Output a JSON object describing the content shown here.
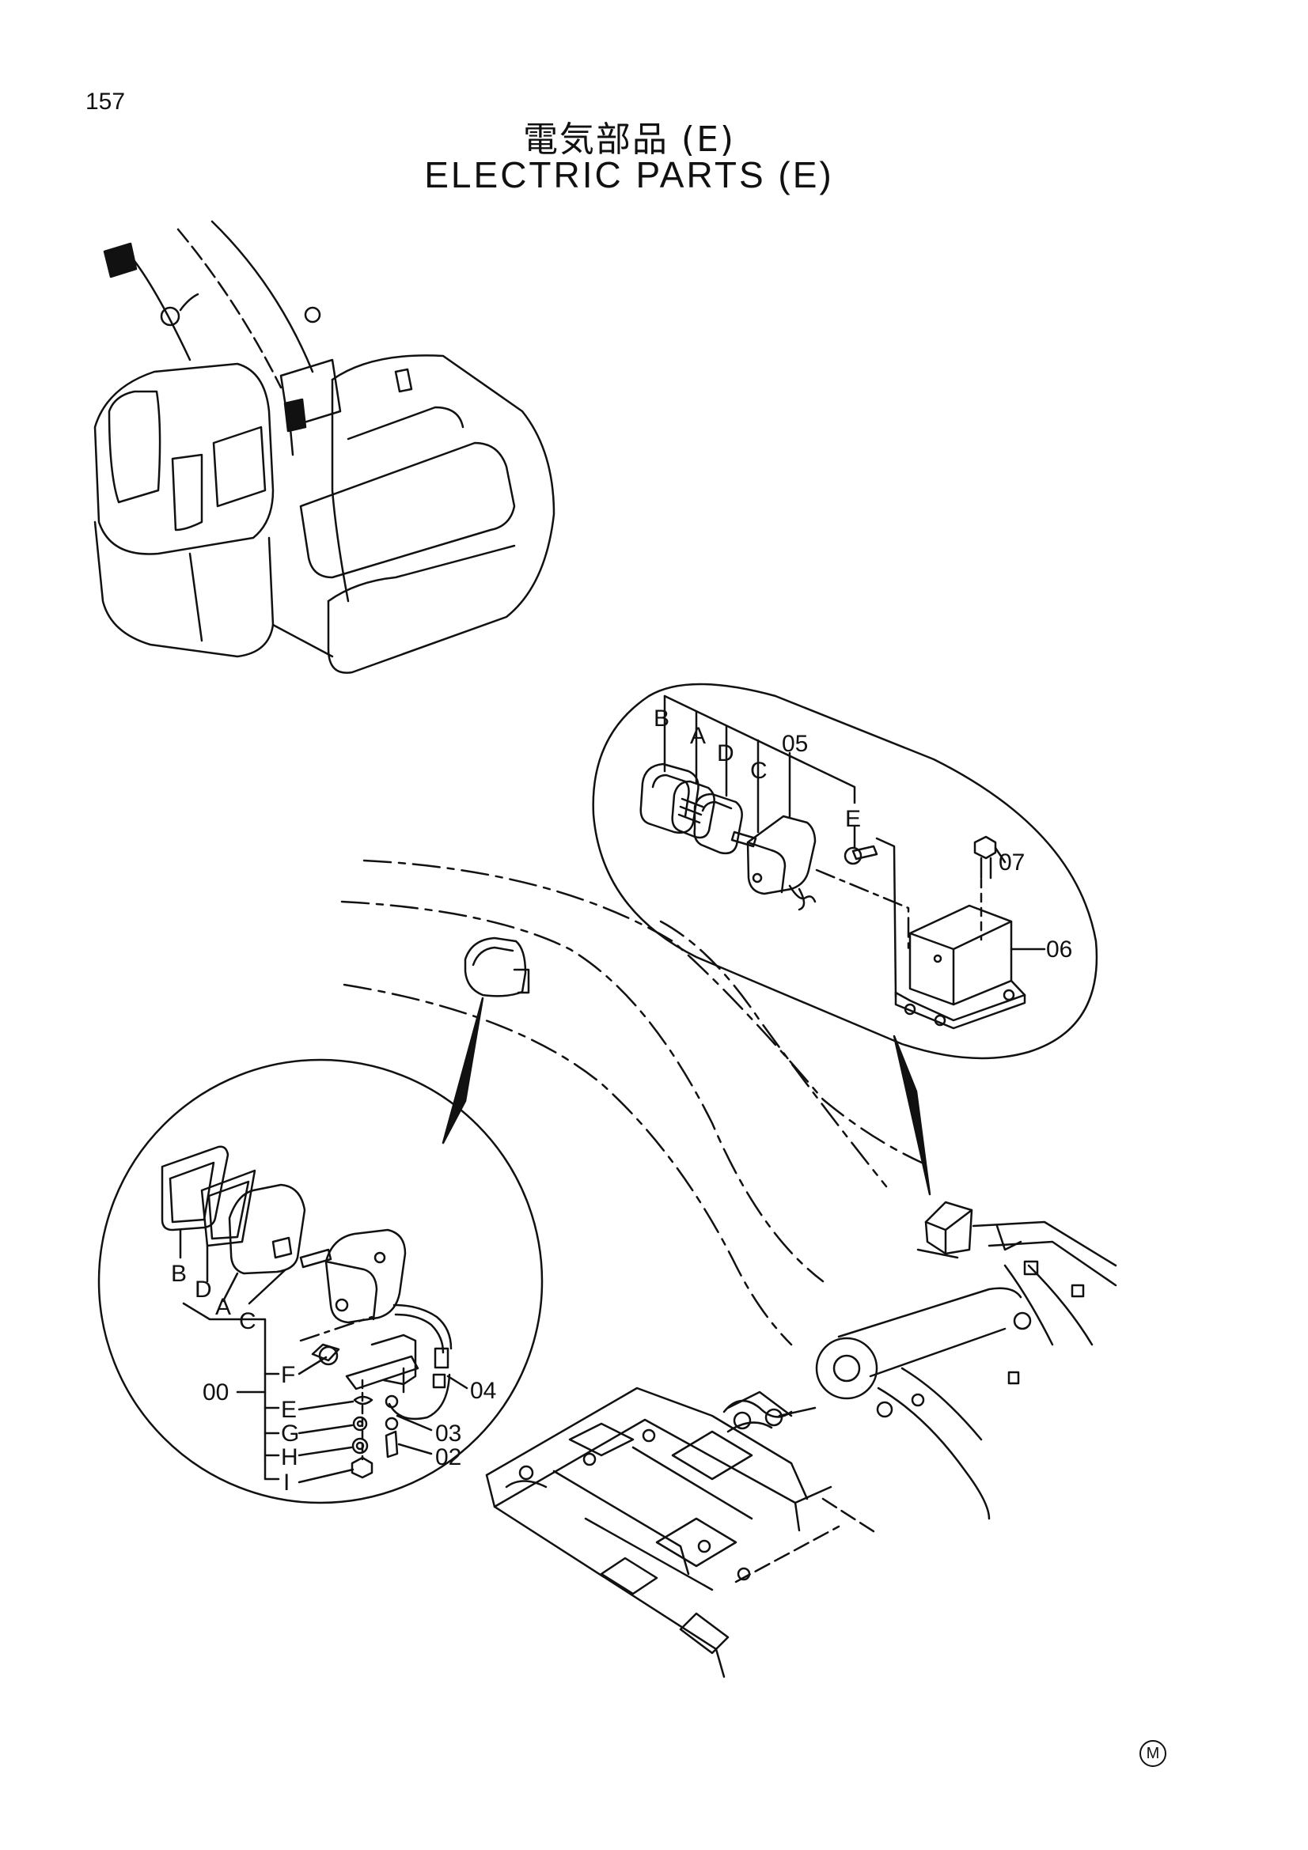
{
  "page": {
    "number": "157",
    "title_jp": "電気部品 (E)",
    "title_en": "ELECTRIC PARTS (E)",
    "mark": "M"
  },
  "callouts_upper": {
    "B": "B",
    "A": "A",
    "D": "D",
    "C": "C",
    "E": "E",
    "p05": "05",
    "p07": "07",
    "p06": "06"
  },
  "callouts_lower": {
    "B": "B",
    "D": "D",
    "A": "A",
    "C": "C",
    "p00": "00",
    "F": "F",
    "E": "E",
    "G": "G",
    "H": "H",
    "I": "I",
    "p04": "04",
    "p03": "03",
    "p02": "02"
  },
  "colors": {
    "ink": "#111111",
    "paper": "#ffffff"
  }
}
